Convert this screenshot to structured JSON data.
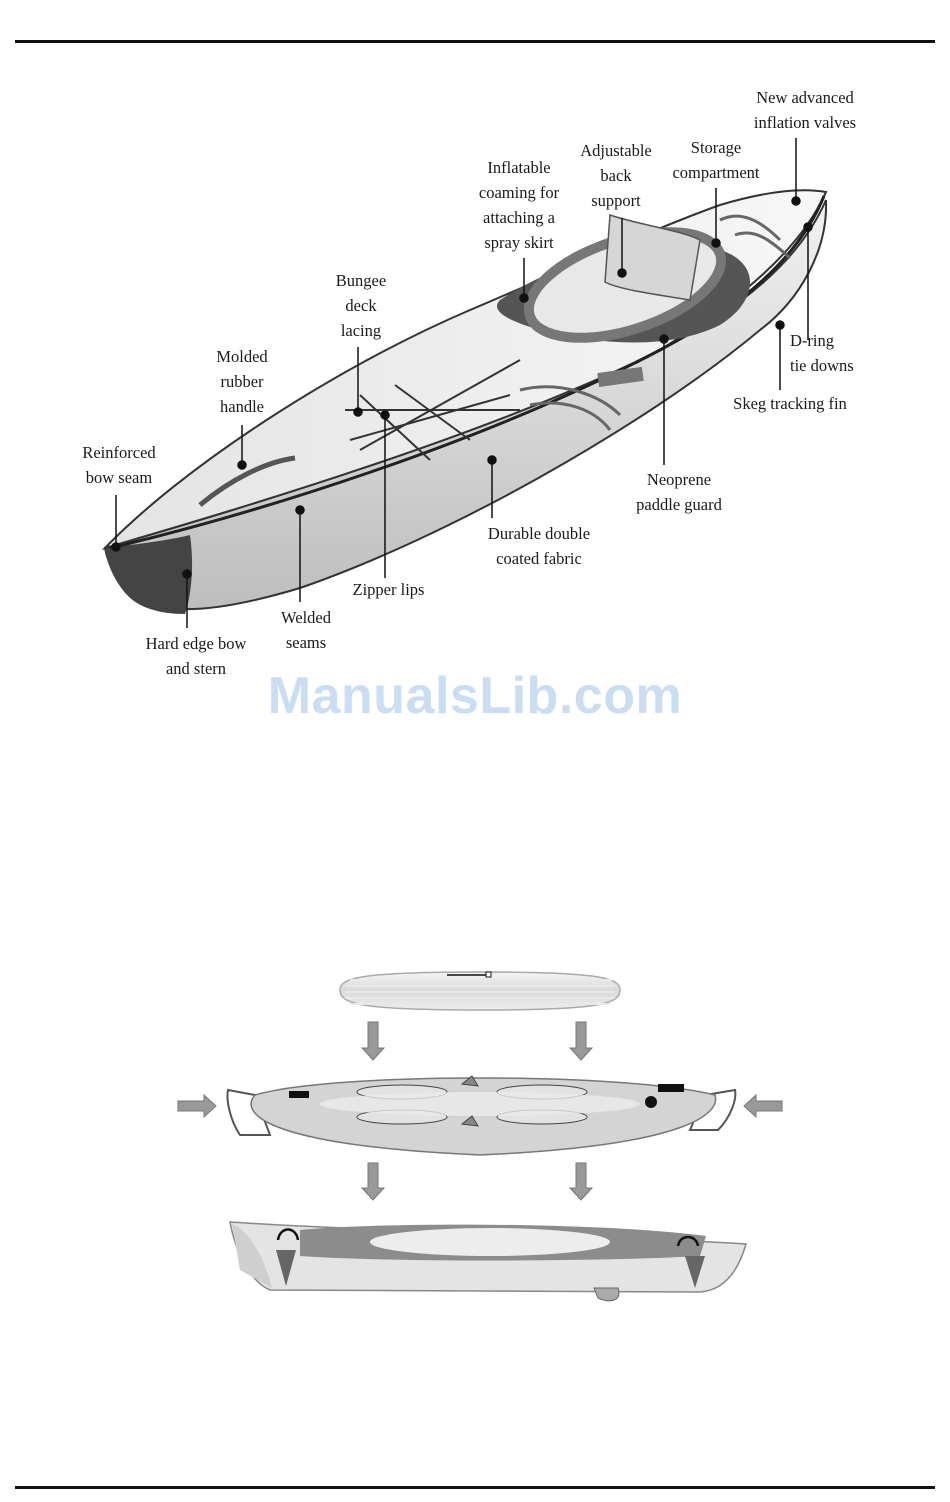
{
  "labels": {
    "new_valves": "New advanced\ninflation valves",
    "storage": "Storage\ncompartment",
    "back_support": "Adjustable\nback\nsupport",
    "coaming": "Inflatable\ncoaming for\nattaching a\nspray skirt",
    "bungee": "Bungee\ndeck\nlacing",
    "handle": "Molded\nrubber\nhandle",
    "bow_seam": "Reinforced\nbow seam",
    "d_ring": "D-ring\ntie downs",
    "skeg": "Skeg tracking fin",
    "neoprene": "Neoprene\npaddle guard",
    "fabric": "Durable double\ncoated fabric",
    "zipper": "Zipper lips",
    "welded": "Welded\nseams",
    "hard_edge": "Hard edge bow\nand stern"
  },
  "watermark": "ManualsLib.com"
}
